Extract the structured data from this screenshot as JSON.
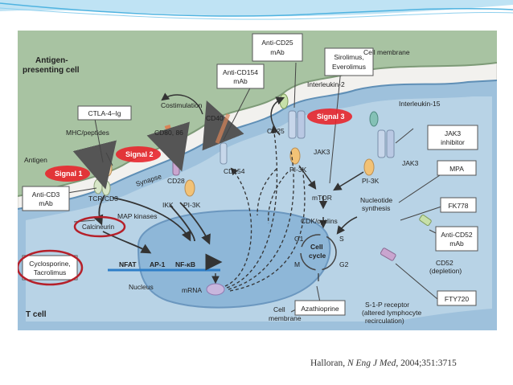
{
  "diagram": {
    "labels": {
      "apc": [
        "Antigen-",
        "presenting cell"
      ],
      "cell_membrane_top": "Cell membrane",
      "antigen": "Antigen",
      "mhc_peptides": "MHC/peptides",
      "costimulation": "Costimulation",
      "cd80_86": "CD80, 86",
      "cd40": "CD40",
      "cd28": "CD28",
      "cd154": "CD154",
      "synapse": "Synapse",
      "tcr_cd3": "TCR/CD3",
      "pi3k_a": "PI-3K",
      "pi3k_b": "PI-3K",
      "pi3k_c": "PI-3K",
      "ikk": "IKK",
      "map_kinases": "MAP kinases",
      "calcineurin": "Calcineurin",
      "nfat": "NFAT",
      "ap1": "AP-1",
      "nfkb": "NF-κB",
      "nucleus": "Nucleus",
      "mrna": "mRNA",
      "t_cell": "T cell",
      "cell_membrane_bottom": [
        "Cell",
        "membrane"
      ],
      "interleukin2": "Interleukin-2",
      "interleukin15": "Interleukin-15",
      "cd25": "CD25",
      "jak3_a": "JAK3",
      "jak3_b": "JAK3",
      "mtor": "mTOR",
      "cdk_cyclins": "CDK/cyclins",
      "nucleotide_synthesis": [
        "Nucleotide",
        "synthesis"
      ],
      "g1": "G1",
      "s": "S",
      "m": "M",
      "g2": "G2",
      "cell_cycle": [
        "Cell",
        "cycle"
      ],
      "cd52": [
        "CD52",
        "(depletion)"
      ],
      "s1p_receptor": [
        "S-1-P receptor",
        "(altered lymphocyte",
        "recirculation)"
      ]
    },
    "signals": {
      "signal1": "Signal 1",
      "signal2": "Signal 2",
      "signal3": "Signal 3"
    },
    "drugs": {
      "ctla4ig": "CTLA-4–Ig",
      "anti_cd3": [
        "Anti-CD3",
        "mAb"
      ],
      "anti_cd154": [
        "Anti-CD154",
        "mAb"
      ],
      "anti_cd25": [
        "Anti-CD25",
        "mAb"
      ],
      "sirolimus": [
        "Sirolimus,",
        "Everolimus"
      ],
      "jak3_inhibitor": [
        "JAK3",
        "inhibitor"
      ],
      "mpa": "MPA",
      "fk778": "FK778",
      "anti_cd52": [
        "Anti-CD52",
        "mAb"
      ],
      "fty720": "FTY720",
      "azathioprine": "Azathioprine",
      "cyclosporine": [
        "Cyclosporine,",
        "Tacrolimus"
      ]
    },
    "colors": {
      "background": "#f2f1ee",
      "apc": "#a8c3a2",
      "t_cell": "#9ec1dc",
      "t_cell_inner": "#bcd6e8",
      "nucleus": "#8eb7d8",
      "signal": "#e8262c",
      "highlight_ring": "#b5202a",
      "dna": "#2f7fc8",
      "arrow": "#333333"
    }
  },
  "citation": {
    "author": "Halloran, ",
    "journal": "N Eng J Med",
    "ref": ", 2004;351:3715"
  }
}
